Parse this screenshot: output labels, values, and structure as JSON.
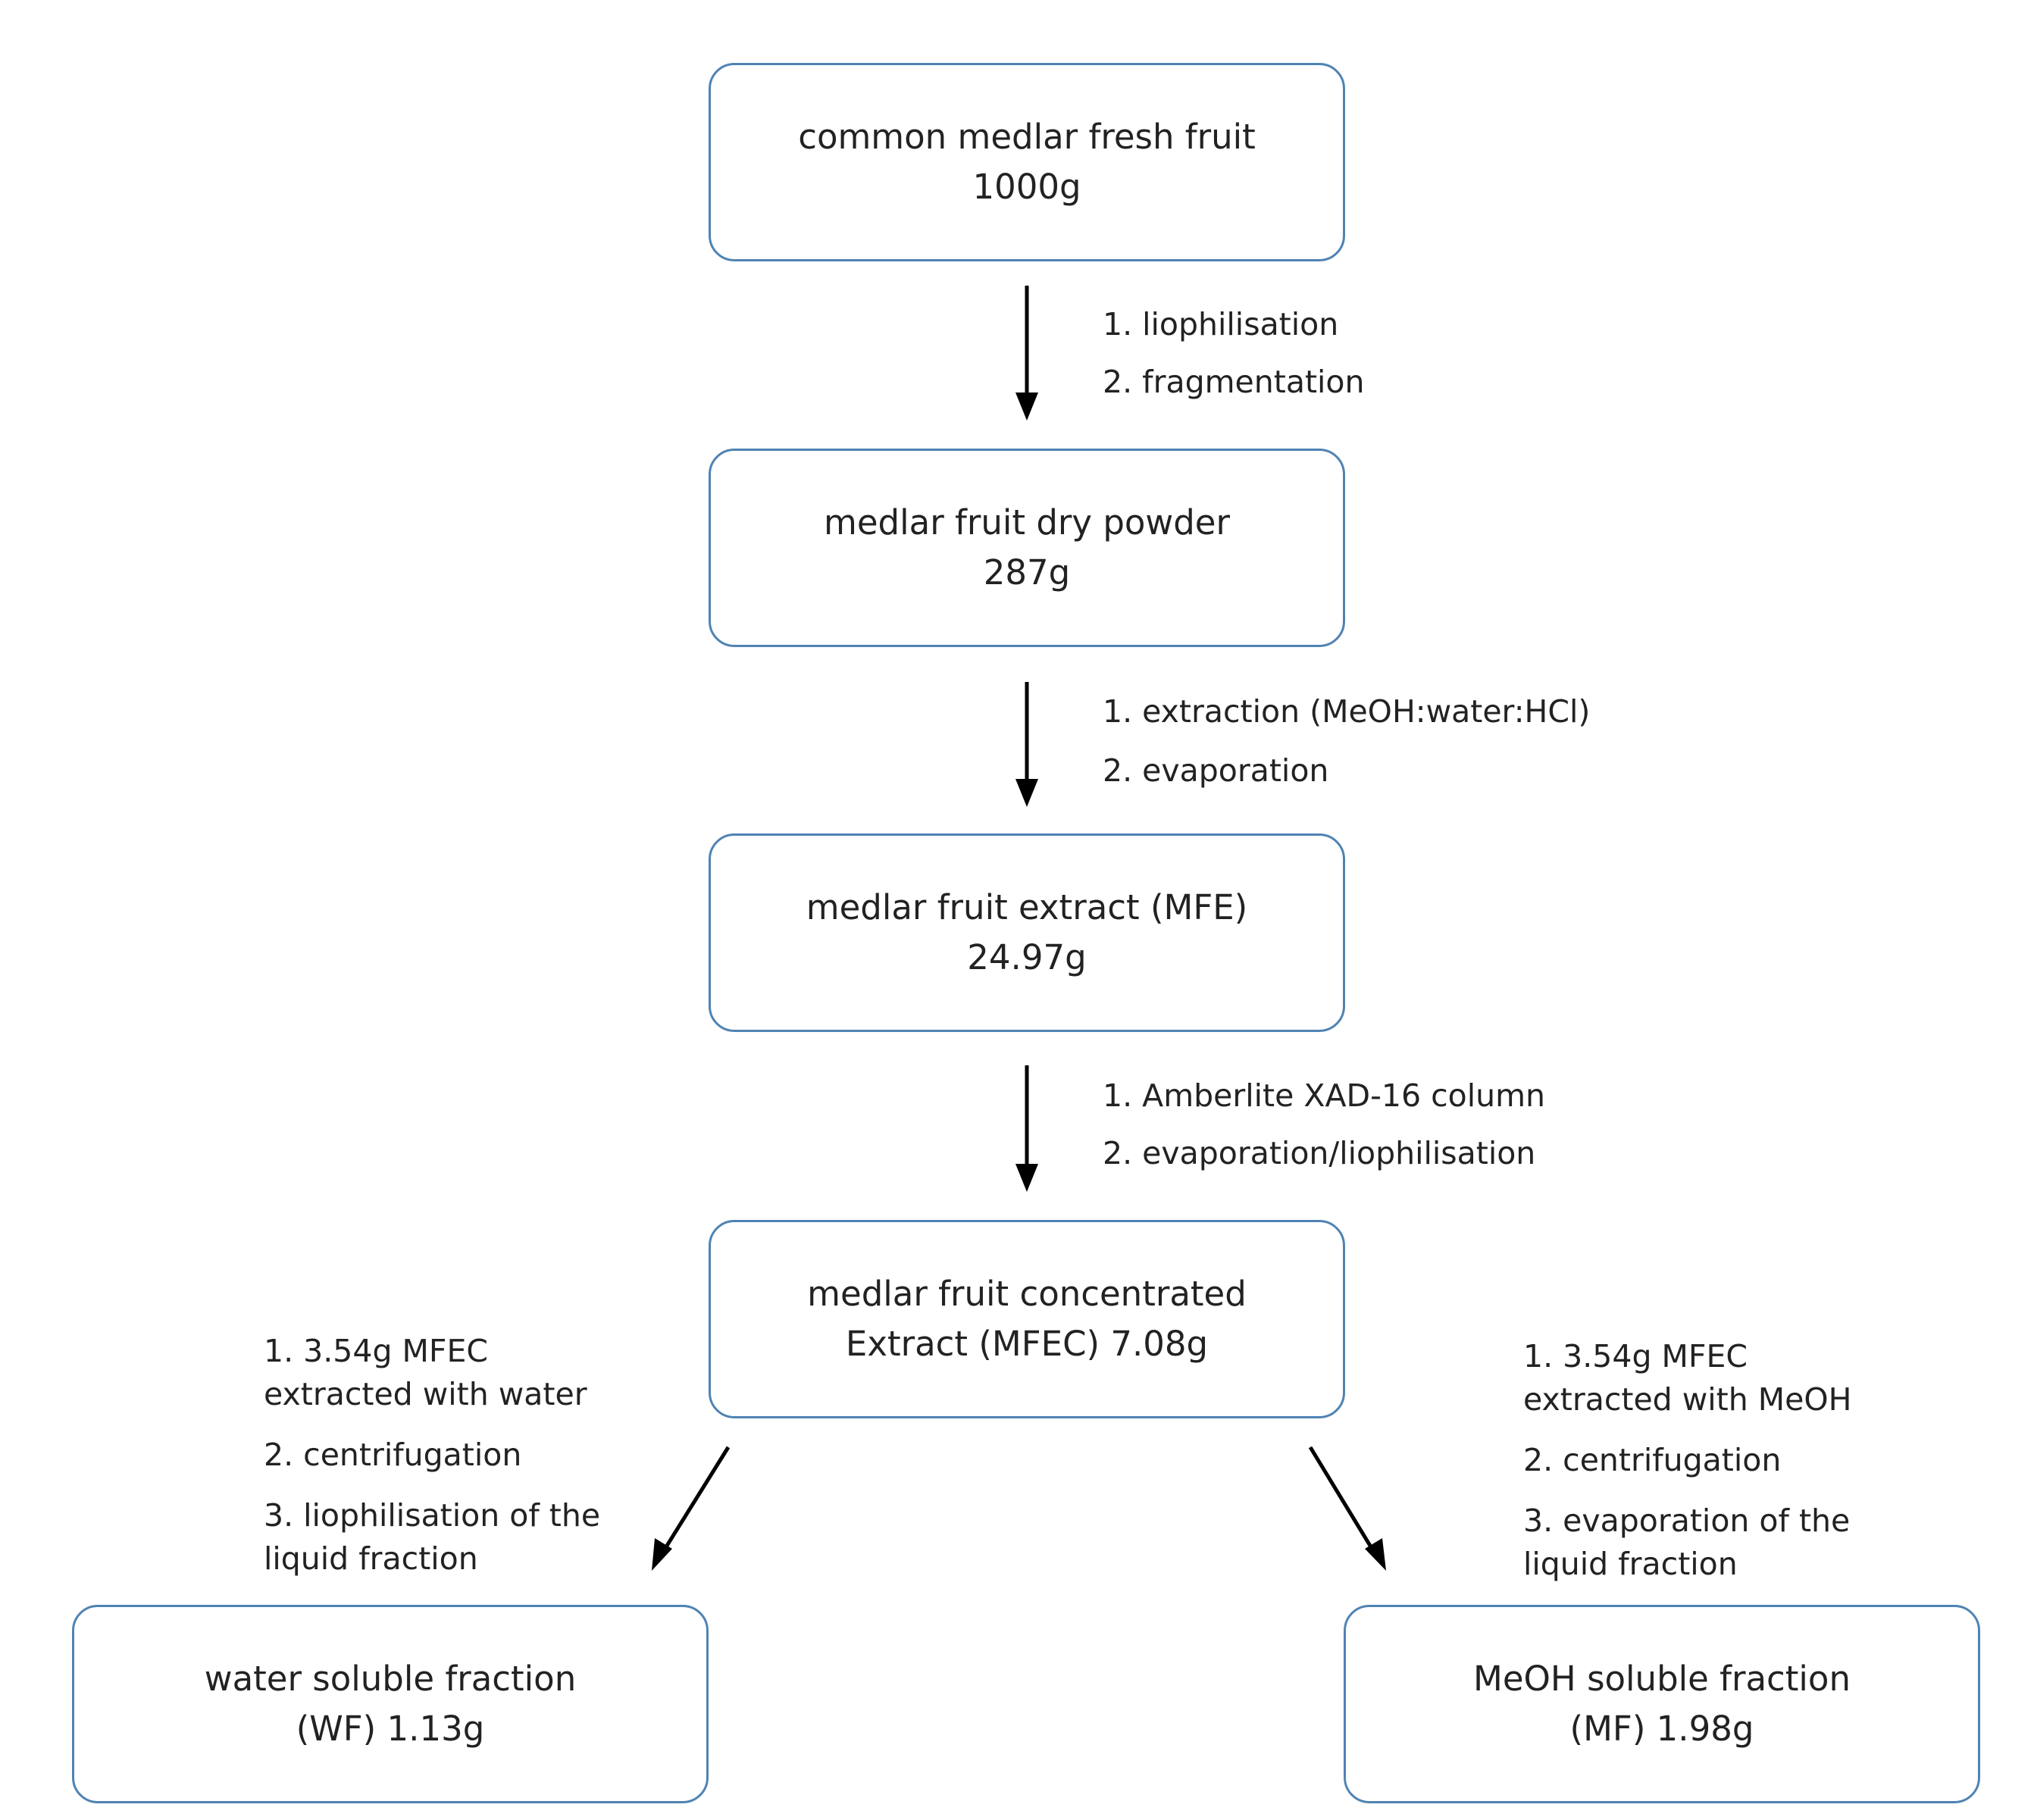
{
  "nodes": {
    "fresh_fruit": {
      "label": "common  medlar fresh fruit",
      "amount": "1000g"
    },
    "dry_powder": {
      "label": "medlar fruit dry powder",
      "amount": "287g"
    },
    "extract": {
      "label": "medlar fruit extract (MFE)",
      "amount": "24.97g"
    },
    "concentrated": {
      "label": "medlar fruit concentrated",
      "amount": "Extract (MFEC) 7.08g"
    },
    "water_fraction": {
      "label": "water soluble fraction",
      "amount": "(WF) 1.13g"
    },
    "meoh_fraction": {
      "label": "MeOH soluble fraction",
      "amount": "(MF) 1.98g"
    }
  },
  "steps": {
    "step1": {
      "s1": "1. liophilisation",
      "s2": "2. fragmentation"
    },
    "step2": {
      "s1": "1. extraction (MeOH:water:HCl)",
      "s2": "2. evaporation"
    },
    "step3": {
      "s1": "1. Amberlite XAD-16 column",
      "s2": "2. evaporation/liophilisation"
    },
    "water_branch": {
      "s1a": "1. 3.54g  MFEC",
      "s1b": "extracted with water",
      "s2": "2. centrifugation",
      "s3a": "3. liophilisation of the",
      "s3b": "liquid fraction"
    },
    "meoh_branch": {
      "s1a": "1. 3.54g  MFEC",
      "s1b": "extracted with MeOH",
      "s2": "2. centrifugation",
      "s3a": "3. evaporation of the",
      "s3b": "liquid fraction"
    }
  },
  "colors": {
    "box_border": "#4f83b3",
    "arrow": "#000000",
    "text": "#222222"
  }
}
